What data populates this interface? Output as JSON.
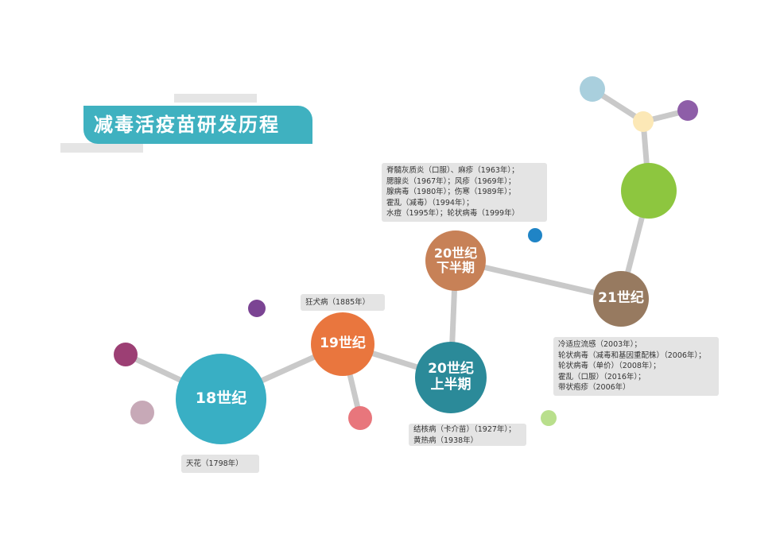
{
  "title": "减毒活疫苗研发历程",
  "colors": {
    "title_bg": "#3fb1c0",
    "connector": "#c9c9c9",
    "node_18": "#39afc4",
    "node_19": "#e9763e",
    "node_20a": "#2b8a99",
    "node_20b": "#c78157",
    "node_21": "#977a60",
    "node_21_top": "#8dc63f"
  },
  "nodes": {
    "c18": "18世纪",
    "c19": "19世纪",
    "c20a": [
      "20世纪",
      "上半期"
    ],
    "c20b": [
      "20世纪",
      "下半期"
    ],
    "c21": "21世纪"
  },
  "notes": {
    "c18": [
      "天花（1798年）"
    ],
    "c19": [
      "狂犬病（1885年）"
    ],
    "c20a": [
      "结核病（卡介苗）（1927年）；",
      "黄热病（1938年）"
    ],
    "c20b": [
      "脊髓灰质炎（口服）、麻疹（1963年）；",
      "腮腺炎（1967年）；风疹（1969年）；",
      "腺病毒（1980年）；伤寒（1989年）；",
      "霍乱（减毒）（1994年）；",
      "水痘（1995年）；轮状病毒（1999年）"
    ],
    "c21": [
      "冷适应流感（2003年）；",
      "轮状病毒（减毒和基因重配株）（2006年）；",
      "轮状病毒（单价）（2008年）；",
      "霍乱（口服）（2016年）；",
      "带状疱疹（2006年）"
    ]
  }
}
